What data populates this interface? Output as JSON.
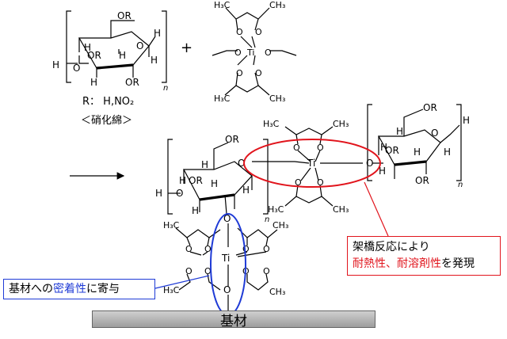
{
  "labels": {
    "or": "OR",
    "h": "H",
    "o": "O",
    "ti": "Ti",
    "h3c": "H₃C",
    "ch3": "CH₃",
    "n": "n",
    "plus": "+"
  },
  "r_definition": "R： H,NO₂",
  "nitrocellulose_label": "＜硝化綿＞",
  "crosslink_callout": {
    "line1": "架橋反応により",
    "heat_resistance": "耐熱性",
    "separator": "、",
    "solvent_resistance": "耐溶剤性",
    "suffix": "を発現"
  },
  "adhesion_callout": {
    "prefix": "基材への",
    "adhesion": "密着性",
    "suffix": "に寄与"
  },
  "substrate_label": "基材",
  "colors": {
    "red_highlight": "#e1141c",
    "blue_highlight": "#1f3bd6",
    "substrate": "#b5b5b5"
  }
}
